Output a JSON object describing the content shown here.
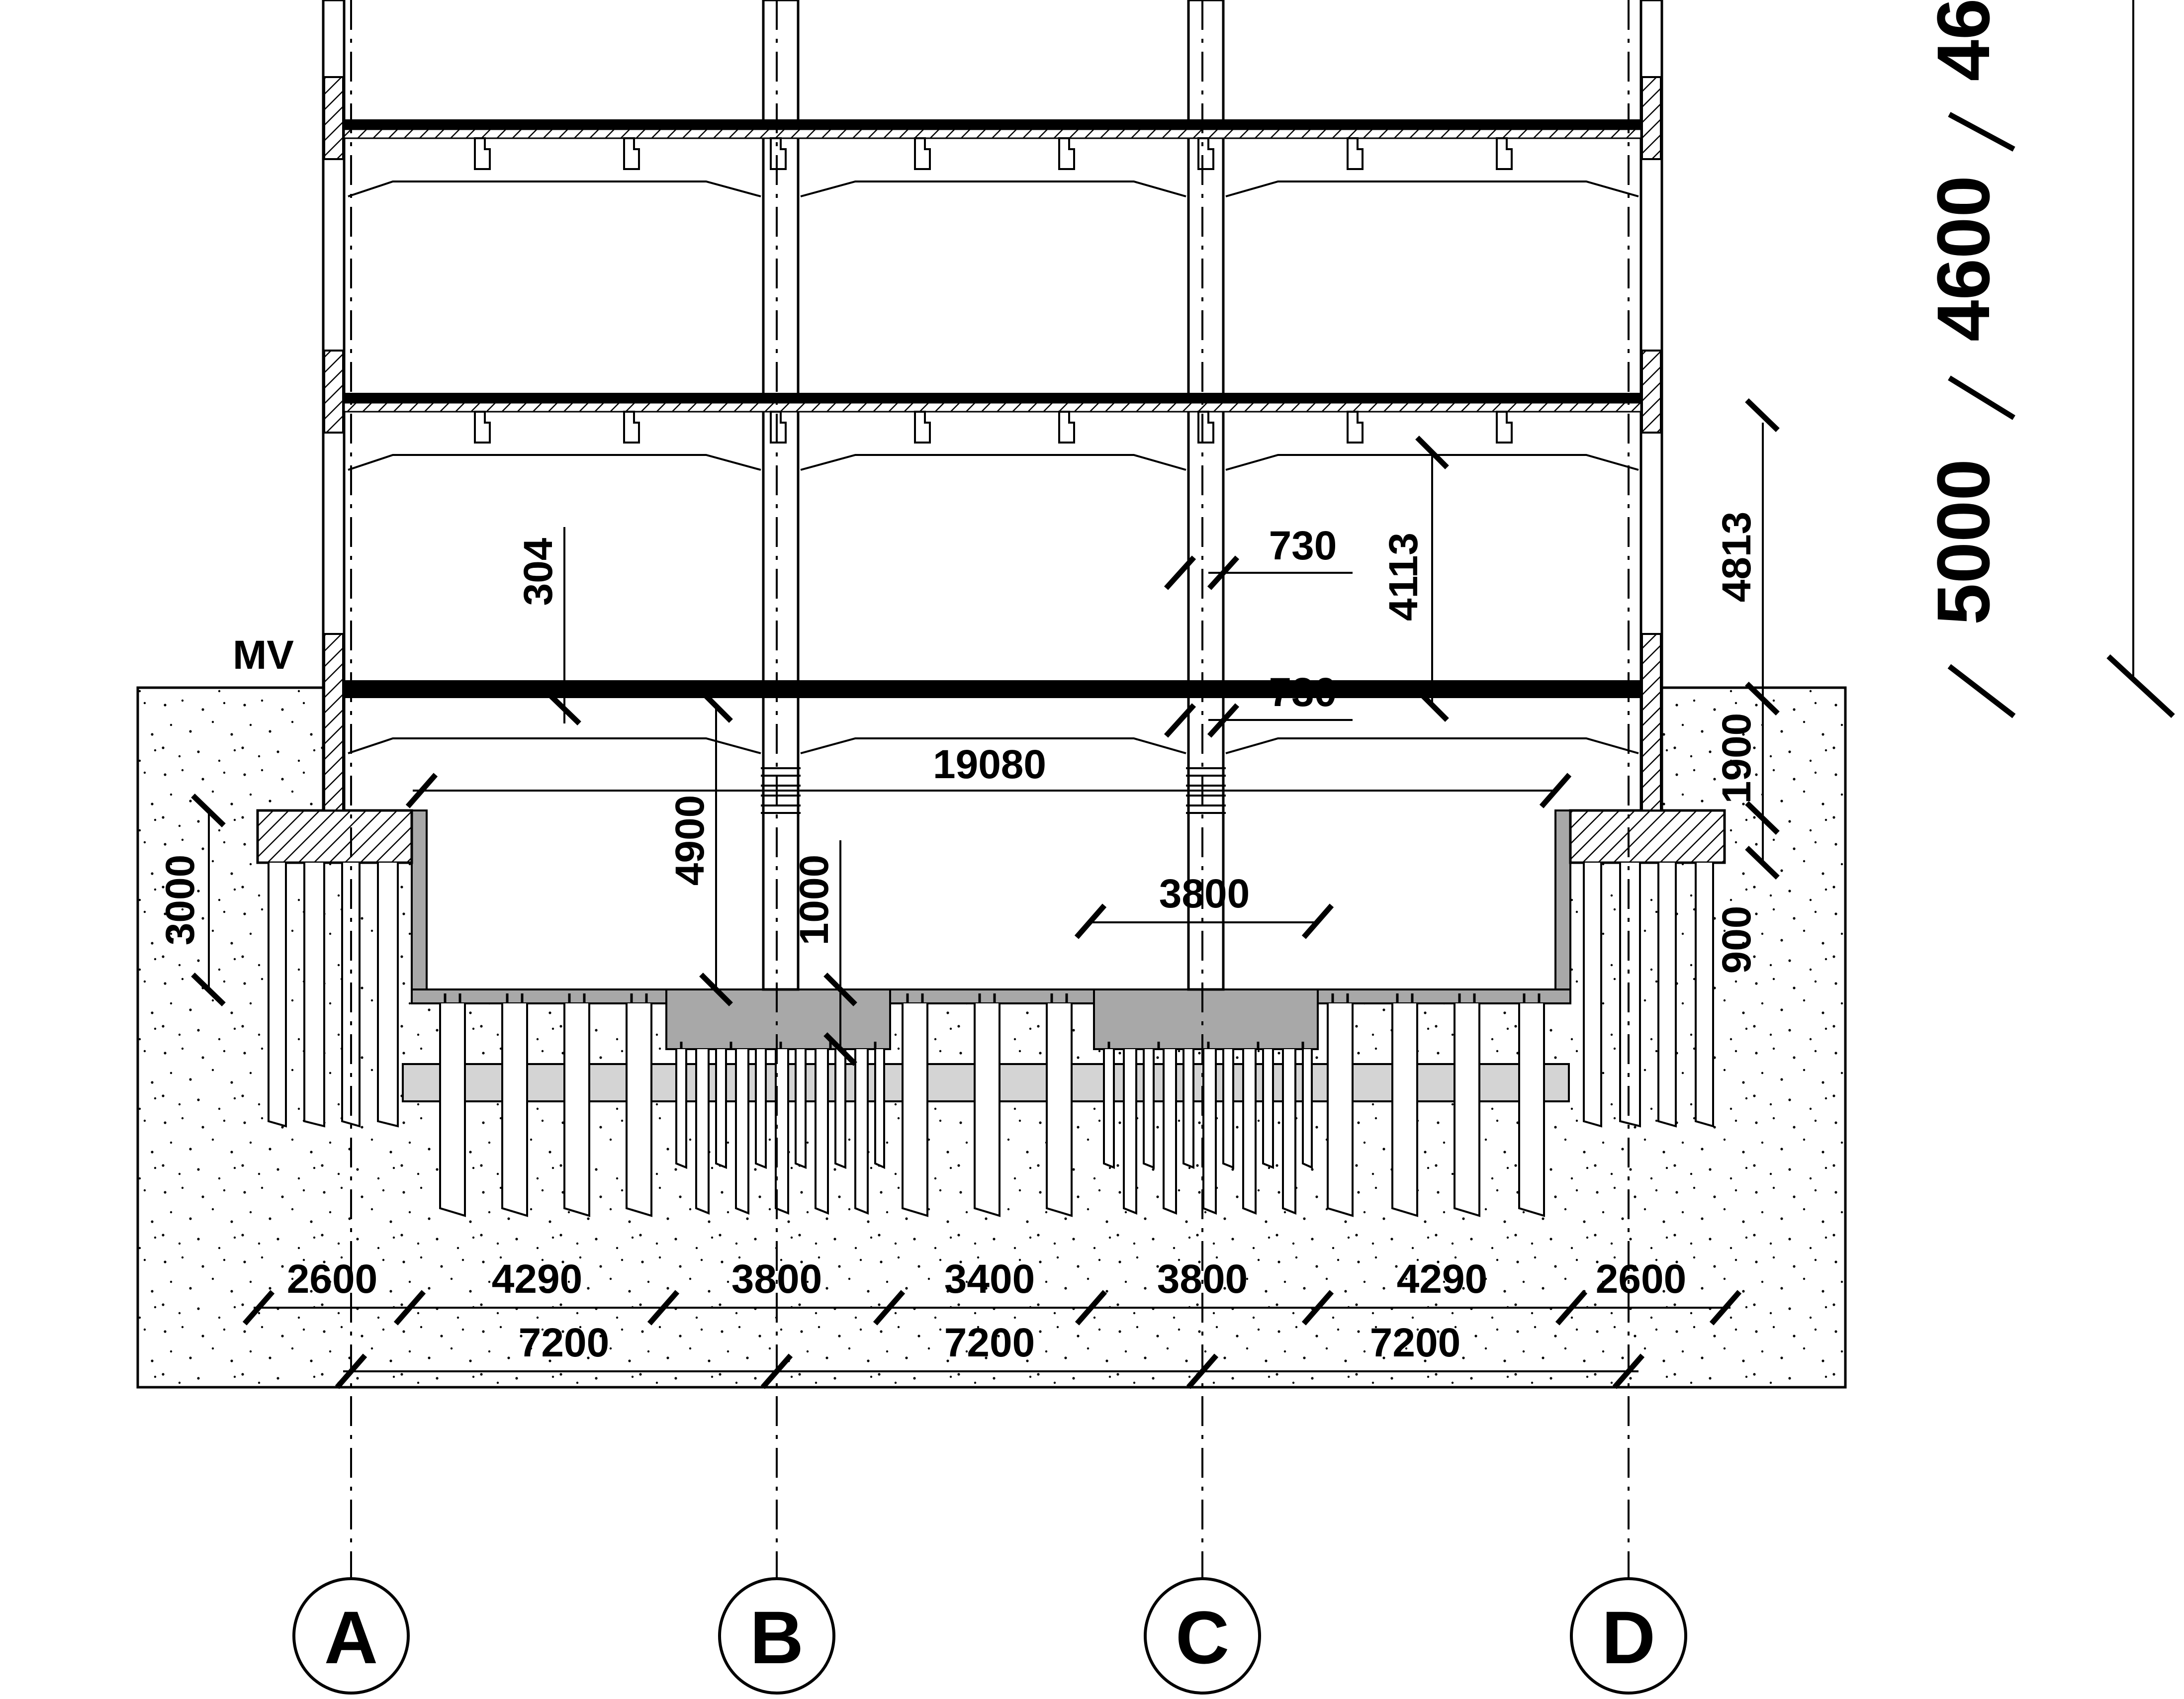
{
  "labels": {
    "ground_level": "MV"
  },
  "dimensions": {
    "bottom_row1": [
      "2600",
      "4290",
      "3800",
      "3400",
      "3800",
      "4290",
      "2600"
    ],
    "bottom_row2": [
      "7200",
      "7200",
      "7200"
    ],
    "span_19080": "19080",
    "pit_3800": "3800",
    "d_304": "304",
    "d_4900": "4900",
    "d_1000": "1000",
    "d_3000": "3000",
    "d_730_upper": "730",
    "d_730_lower": "730",
    "d_4113": "4113",
    "d_4813": "4813",
    "d_1900": "1900",
    "d_900": "900"
  },
  "storey_heights": {
    "top_partial": "46",
    "middle": "4600",
    "lower": "5000"
  },
  "grid_axes": [
    "A",
    "B",
    "C",
    "D"
  ],
  "colors": {
    "line": "#000000",
    "soil_fill": "#ffffff",
    "concrete_gray": "#a8a8a8",
    "light_gray": "#d4d4d4",
    "slab": "#000000"
  }
}
